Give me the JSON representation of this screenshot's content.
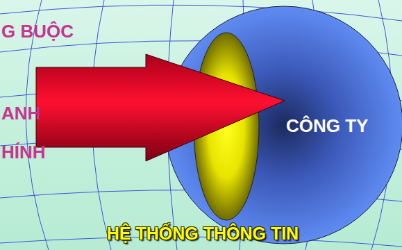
{
  "diagram": {
    "caption": "HỆ THỐNG THÔNG TIN",
    "nodes": [
      {
        "text": [
          "CÔNG TY"
        ]
      }
    ],
    "labels": [
      "G BUỘC",
      "ANH",
      "HÍNH"
    ]
  }
}
